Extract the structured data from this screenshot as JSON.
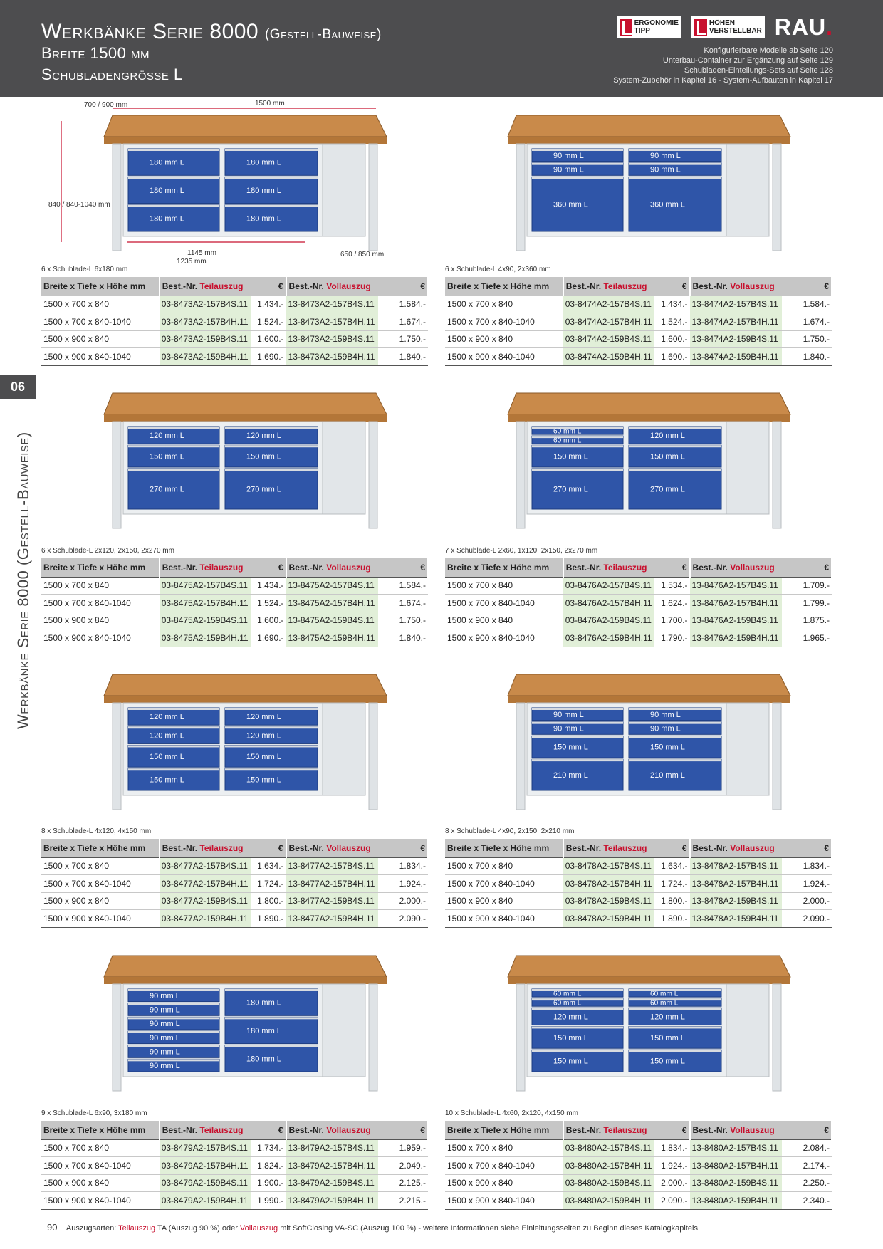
{
  "header": {
    "title": "Werkbänke Serie 8000",
    "title_sub": "(Gestell-Bauweise)",
    "line2": "Breite 1500 mm",
    "line3": "Schubladengrösse L",
    "badge1": [
      "ERGONOMIE",
      "TIPP"
    ],
    "badge2": [
      "HÖHEN",
      "VERSTELLBAR"
    ],
    "brand": "RAU",
    "brand_dot": ".",
    "notes": [
      "Konfigurierbare Modelle ab Seite 120",
      "Unterbau-Container zur Ergänzung auf Seite 129",
      "Schubladen-Einteilungs-Sets auf Seite 128",
      "System-Zubehör in Kapitel 16 -  System-Aufbauten in Kapitel 17"
    ]
  },
  "side": {
    "chapter": "06",
    "label": "Werkbänke Serie 8000 (Gestell-Bauweise)"
  },
  "table_header": {
    "col1": "Breite x Tiefe x Höhe mm",
    "best": "Best.-Nr.",
    "teil": "Teilauszug",
    "voll": "Vollauszug",
    "eur": "€"
  },
  "dimensions": {
    "depth": "700 / 900 mm",
    "width": "1500 mm",
    "height": "840 / 840-1040 mm",
    "inner1": "1145 mm",
    "inner2": "1235 mm",
    "foot": "650 / 850 mm"
  },
  "products": [
    {
      "caption": "6 x Schublade-L 6x180 mm",
      "left_drawers": [
        "180 mm L",
        "180 mm L",
        "180 mm L"
      ],
      "right_drawers": [
        "180 mm L",
        "180 mm L",
        "180 mm L"
      ],
      "rows": [
        [
          "1500 x 700 x 840",
          "03-8473A2-157B4S.11",
          "1.434.-",
          "13-8473A2-157B4S.11",
          "1.584.-"
        ],
        [
          "1500 x 700 x 840-1040",
          "03-8473A2-157B4H.11",
          "1.524.-",
          "13-8473A2-157B4H.11",
          "1.674.-"
        ],
        [
          "1500 x 900 x 840",
          "03-8473A2-159B4S.11",
          "1.600.-",
          "13-8473A2-159B4S.11",
          "1.750.-"
        ],
        [
          "1500 x 900 x 840-1040",
          "03-8473A2-159B4H.11",
          "1.690.-",
          "13-8473A2-159B4H.11",
          "1.840.-"
        ]
      ]
    },
    {
      "caption": "6 x Schublade-L 4x90, 2x360 mm",
      "left_drawers": [
        "90 mm L",
        "90 mm L",
        "360 mm L"
      ],
      "right_drawers": [
        "90 mm L",
        "90 mm L",
        "360 mm L"
      ],
      "rows": [
        [
          "1500 x 700 x 840",
          "03-8474A2-157B4S.11",
          "1.434.-",
          "13-8474A2-157B4S.11",
          "1.584.-"
        ],
        [
          "1500 x 700 x 840-1040",
          "03-8474A2-157B4H.11",
          "1.524.-",
          "13-8474A2-157B4H.11",
          "1.674.-"
        ],
        [
          "1500 x 900 x 840",
          "03-8474A2-159B4S.11",
          "1.600.-",
          "13-8474A2-159B4S.11",
          "1.750.-"
        ],
        [
          "1500 x 900 x 840-1040",
          "03-8474A2-159B4H.11",
          "1.690.-",
          "13-8474A2-159B4H.11",
          "1.840.-"
        ]
      ]
    },
    {
      "caption": "6 x Schublade-L 2x120, 2x150, 2x270 mm",
      "left_drawers": [
        "120 mm L",
        "150 mm L",
        "270 mm L"
      ],
      "right_drawers": [
        "120 mm L",
        "150 mm L",
        "270 mm L"
      ],
      "rows": [
        [
          "1500 x 700 x 840",
          "03-8475A2-157B4S.11",
          "1.434.-",
          "13-8475A2-157B4S.11",
          "1.584.-"
        ],
        [
          "1500 x 700 x 840-1040",
          "03-8475A2-157B4H.11",
          "1.524.-",
          "13-8475A2-157B4H.11",
          "1.674.-"
        ],
        [
          "1500 x 900 x 840",
          "03-8475A2-159B4S.11",
          "1.600.-",
          "13-8475A2-159B4S.11",
          "1.750.-"
        ],
        [
          "1500 x 900 x 840-1040",
          "03-8475A2-159B4H.11",
          "1.690.-",
          "13-8475A2-159B4H.11",
          "1.840.-"
        ]
      ]
    },
    {
      "caption": "7 x Schublade-L 2x60, 1x120, 2x150, 2x270 mm",
      "left_drawers": [
        "60 mm L",
        "60 mm L",
        "150 mm L",
        "270 mm L"
      ],
      "right_drawers": [
        "120 mm L",
        "150 mm L",
        "270 mm L"
      ],
      "rows": [
        [
          "1500 x 700 x 840",
          "03-8476A2-157B4S.11",
          "1.534.-",
          "13-8476A2-157B4S.11",
          "1.709.-"
        ],
        [
          "1500 x 700 x 840-1040",
          "03-8476A2-157B4H.11",
          "1.624.-",
          "13-8476A2-157B4H.11",
          "1.799.-"
        ],
        [
          "1500 x 900 x 840",
          "03-8476A2-159B4S.11",
          "1.700.-",
          "13-8476A2-159B4S.11",
          "1.875.-"
        ],
        [
          "1500 x 900 x 840-1040",
          "03-8476A2-159B4H.11",
          "1.790.-",
          "13-8476A2-159B4H.11",
          "1.965.-"
        ]
      ]
    },
    {
      "caption": "8 x Schublade-L 4x120, 4x150 mm",
      "left_drawers": [
        "120 mm L",
        "120 mm L",
        "150 mm L",
        "150 mm L"
      ],
      "right_drawers": [
        "120 mm L",
        "120 mm L",
        "150 mm L",
        "150 mm L"
      ],
      "rows": [
        [
          "1500 x 700 x 840",
          "03-8477A2-157B4S.11",
          "1.634.-",
          "13-8477A2-157B4S.11",
          "1.834.-"
        ],
        [
          "1500 x 700 x 840-1040",
          "03-8477A2-157B4H.11",
          "1.724.-",
          "13-8477A2-157B4H.11",
          "1.924.-"
        ],
        [
          "1500 x 900 x 840",
          "03-8477A2-159B4S.11",
          "1.800.-",
          "13-8477A2-159B4S.11",
          "2.000.-"
        ],
        [
          "1500 x 900 x 840-1040",
          "03-8477A2-159B4H.11",
          "1.890.-",
          "13-8477A2-159B4H.11",
          "2.090.-"
        ]
      ]
    },
    {
      "caption": "8 x Schublade-L 4x90, 2x150, 2x210 mm",
      "left_drawers": [
        "90 mm L",
        "90 mm L",
        "150 mm L",
        "210 mm L"
      ],
      "right_drawers": [
        "90 mm L",
        "90 mm L",
        "150 mm L",
        "210 mm L"
      ],
      "rows": [
        [
          "1500 x 700 x 840",
          "03-8478A2-157B4S.11",
          "1.634.-",
          "13-8478A2-157B4S.11",
          "1.834.-"
        ],
        [
          "1500 x 700 x 840-1040",
          "03-8478A2-157B4H.11",
          "1.724.-",
          "13-8478A2-157B4H.11",
          "1.924.-"
        ],
        [
          "1500 x 900 x 840",
          "03-8478A2-159B4S.11",
          "1.800.-",
          "13-8478A2-159B4S.11",
          "2.000.-"
        ],
        [
          "1500 x 900 x 840-1040",
          "03-8478A2-159B4H.11",
          "1.890.-",
          "13-8478A2-159B4H.11",
          "2.090.-"
        ]
      ]
    },
    {
      "caption": "9 x Schublade-L 6x90, 3x180 mm",
      "left_drawers": [
        "90 mm L",
        "90 mm L",
        "90 mm L",
        "90 mm L",
        "90 mm L",
        "90 mm L"
      ],
      "right_drawers": [
        "180 mm L",
        "180 mm L",
        "180 mm L"
      ],
      "rows": [
        [
          "1500 x 700 x 840",
          "03-8479A2-157B4S.11",
          "1.734.-",
          "13-8479A2-157B4S.11",
          "1.959.-"
        ],
        [
          "1500 x 700 x 840-1040",
          "03-8479A2-157B4H.11",
          "1.824.-",
          "13-8479A2-157B4H.11",
          "2.049.-"
        ],
        [
          "1500 x 900 x 840",
          "03-8479A2-159B4S.11",
          "1.900.-",
          "13-8479A2-159B4S.11",
          "2.125.-"
        ],
        [
          "1500 x 900 x 840-1040",
          "03-8479A2-159B4H.11",
          "1.990.-",
          "13-8479A2-159B4H.11",
          "2.215.-"
        ]
      ]
    },
    {
      "caption": "10 x Schublade-L 4x60, 2x120, 4x150 mm",
      "left_drawers": [
        "60 mm L",
        "60 mm L",
        "120 mm L",
        "150 mm L",
        "150 mm L"
      ],
      "right_drawers": [
        "60 mm L",
        "60 mm L",
        "120 mm L",
        "150 mm L",
        "150 mm L"
      ],
      "rows": [
        [
          "1500 x 700 x 840",
          "03-8480A2-157B4S.11",
          "1.834.-",
          "13-8480A2-157B4S.11",
          "2.084.-"
        ],
        [
          "1500 x 700 x 840-1040",
          "03-8480A2-157B4H.11",
          "1.924.-",
          "13-8480A2-157B4H.11",
          "2.174.-"
        ],
        [
          "1500 x 900 x 840",
          "03-8480A2-159B4S.11",
          "2.000.-",
          "13-8480A2-159B4S.11",
          "2.250.-"
        ],
        [
          "1500 x 900 x 840-1040",
          "03-8480A2-159B4H.11",
          "2.090.-",
          "13-8480A2-159B4H.11",
          "2.340.-"
        ]
      ]
    }
  ],
  "footer": {
    "page": "90",
    "prefix": "Auszugsarten:",
    "teil": "Teilauszug",
    "teil_desc": "TA (Auszug 90 %)  oder",
    "voll": "Vollauszug",
    "voll_desc": "mit SoftClosing VA-SC (Auszug 100 %) -  weitere Informationen siehe Einleitungsseiten zu Beginn dieses Katalogkapitels"
  },
  "colors": {
    "header_bg": "#4d4d4f",
    "accent_red": "#c8102e",
    "drawer_blue": "#2f55a8",
    "table_green": "#e1efd8",
    "wood": "#c98a4a"
  }
}
